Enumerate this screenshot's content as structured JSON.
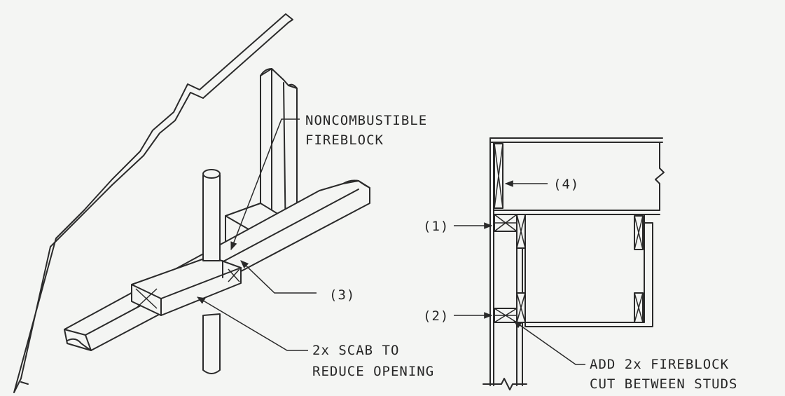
{
  "labels": {
    "noncombustible_line1": "NONCOMBUSTIBLE",
    "noncombustible_line2": "FIREBLOCK",
    "callout_3": "(3)",
    "scab_line1": "2x SCAB TO",
    "scab_line2": "REDUCE OPENING",
    "callout_4": "(4)",
    "callout_1": "(1)",
    "callout_2": "(2)",
    "add_line1": "ADD 2x FIREBLOCK",
    "add_line2": "CUT BETWEEN STUDS"
  },
  "colors": {
    "ink": "#2a2a2a",
    "paper": "#f4f5f3"
  }
}
